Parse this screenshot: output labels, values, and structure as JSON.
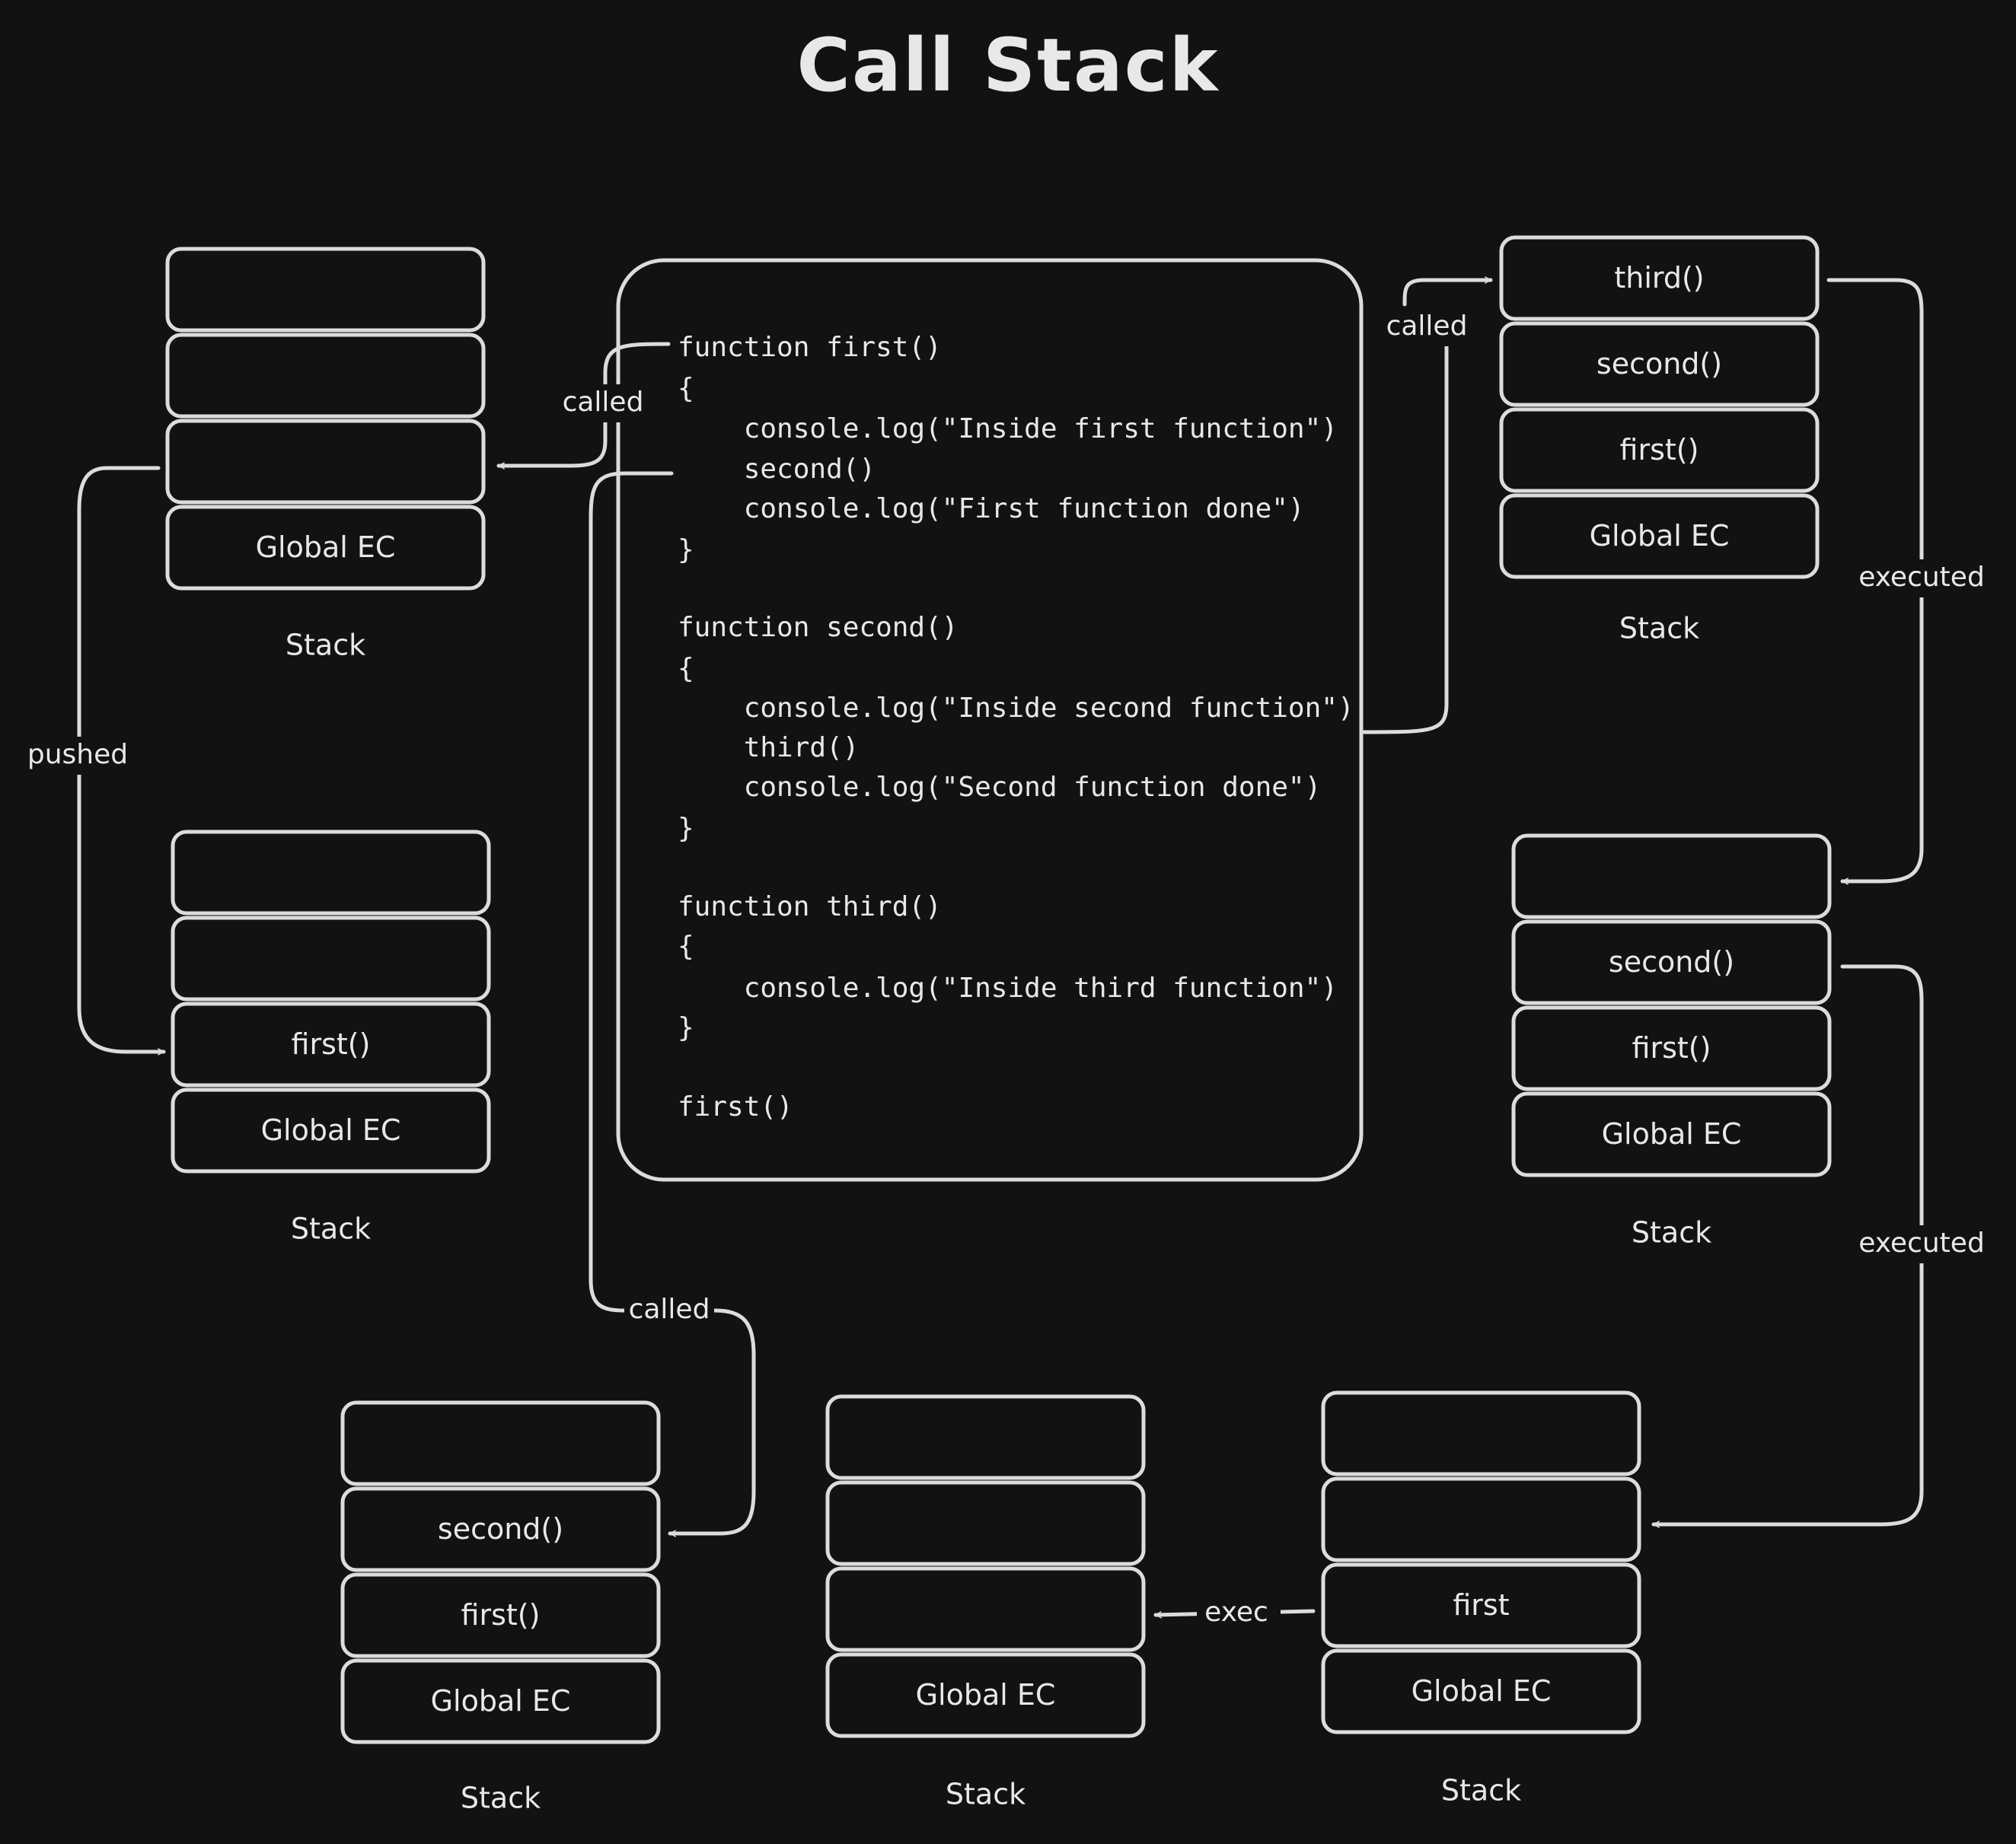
{
  "title": "Call Stack",
  "stacks": [
    {
      "id": "s1",
      "cells": [
        "",
        "",
        "",
        "Global EC"
      ],
      "label": "Stack"
    },
    {
      "id": "s2",
      "cells": [
        "",
        "",
        "first()",
        "Global EC"
      ],
      "label": "Stack"
    },
    {
      "id": "s3",
      "cells": [
        "third()",
        "second()",
        "first()",
        "Global EC"
      ],
      "label": "Stack"
    },
    {
      "id": "s4",
      "cells": [
        "",
        "second()",
        "first()",
        "Global EC"
      ],
      "label": "Stack"
    },
    {
      "id": "s5",
      "cells": [
        "",
        "",
        "first",
        "Global EC"
      ],
      "label": "Stack"
    },
    {
      "id": "s6",
      "cells": [
        "",
        "",
        "",
        "Global EC"
      ],
      "label": "Stack"
    },
    {
      "id": "s7",
      "cells": [
        "",
        "second()",
        "first()",
        "Global EC"
      ],
      "label": "Stack"
    }
  ],
  "code": [
    "function first()",
    "{",
    "    console.log(\"Inside first function\")",
    "    second()",
    "    console.log(\"First function done\")",
    "}",
    "",
    "function second()",
    "{",
    "    console.log(\"Inside second function\")",
    "    third()",
    "    console.log(\"Second function done\")",
    "}",
    "",
    "function third()",
    "{",
    "    console.log(\"Inside third function\")",
    "}",
    "",
    "first()"
  ],
  "edges": [
    {
      "id": "called-first",
      "label": "called"
    },
    {
      "id": "pushed",
      "label": "pushed"
    },
    {
      "id": "called-third",
      "label": "called"
    },
    {
      "id": "executed-1",
      "label": "executed"
    },
    {
      "id": "executed-2",
      "label": "executed"
    },
    {
      "id": "exec",
      "label": "exec"
    },
    {
      "id": "called-second",
      "label": "called"
    }
  ]
}
